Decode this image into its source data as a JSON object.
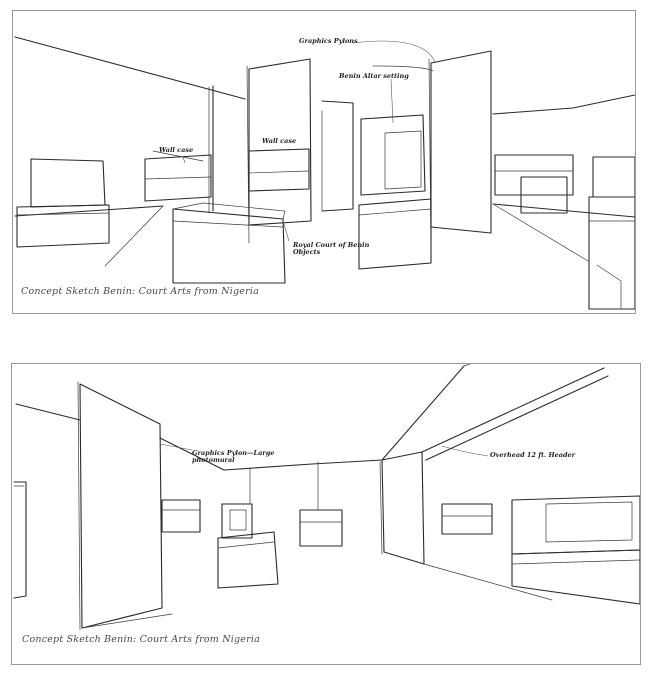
{
  "top_sketch": {
    "caption": "Concept Sketch  Benin: Court Arts from Nigeria",
    "labels": {
      "graphics_pylons": "Graphics Pylons",
      "benin_altar": "Benin Altar setting",
      "wall_case_left": "Wall case",
      "wall_case_right": "Wall case",
      "royal_court": "Royal Court of Benin Objects"
    }
  },
  "bottom_sketch": {
    "caption": "Concept Sketch  Benin: Court Arts from Nigeria",
    "labels": {
      "graphics_pylon_large": "Graphics Pylon—Large photomural",
      "overhead_header": "Overhead 12 ft. Header"
    }
  }
}
